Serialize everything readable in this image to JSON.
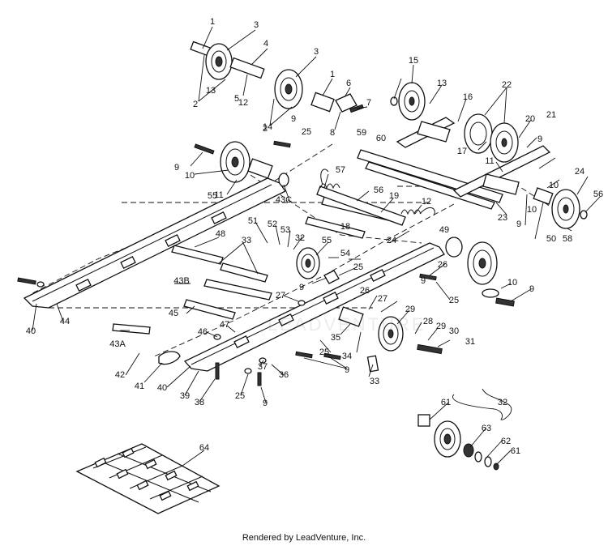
{
  "diagram": {
    "callouts": [
      {
        "text": "1"
      },
      {
        "text": "3"
      },
      {
        "text": "4"
      },
      {
        "text": "3"
      },
      {
        "text": "2"
      },
      {
        "text": "5"
      },
      {
        "text": "1"
      },
      {
        "text": "6"
      },
      {
        "text": "7"
      },
      {
        "text": "8"
      },
      {
        "text": "2"
      },
      {
        "text": "9"
      },
      {
        "text": "25"
      },
      {
        "text": "9"
      },
      {
        "text": "10"
      },
      {
        "text": "11"
      },
      {
        "text": "12"
      },
      {
        "text": "13"
      },
      {
        "text": "14"
      },
      {
        "text": "59"
      },
      {
        "text": "60"
      },
      {
        "text": "15"
      },
      {
        "text": "13"
      },
      {
        "text": "16"
      },
      {
        "text": "22"
      },
      {
        "text": "20"
      },
      {
        "text": "21"
      },
      {
        "text": "17"
      },
      {
        "text": "11"
      },
      {
        "text": "9"
      },
      {
        "text": "10"
      },
      {
        "text": "24"
      },
      {
        "text": "56"
      },
      {
        "text": "58"
      },
      {
        "text": "55"
      },
      {
        "text": "57"
      },
      {
        "text": "56"
      },
      {
        "text": "43C"
      },
      {
        "text": "19"
      },
      {
        "text": "18"
      },
      {
        "text": "12"
      },
      {
        "text": "23"
      },
      {
        "text": "10"
      },
      {
        "text": "9"
      },
      {
        "text": "50"
      },
      {
        "text": "51"
      },
      {
        "text": "52"
      },
      {
        "text": "53"
      },
      {
        "text": "32"
      },
      {
        "text": "55"
      },
      {
        "text": "24"
      },
      {
        "text": "49"
      },
      {
        "text": "48"
      },
      {
        "text": "33"
      },
      {
        "text": "54"
      },
      {
        "text": "25"
      },
      {
        "text": "26"
      },
      {
        "text": "9"
      },
      {
        "text": "25"
      },
      {
        "text": "43B"
      },
      {
        "text": "10"
      },
      {
        "text": "9"
      },
      {
        "text": "9"
      },
      {
        "text": "27"
      },
      {
        "text": "26"
      },
      {
        "text": "27"
      },
      {
        "text": "40"
      },
      {
        "text": "44"
      },
      {
        "text": "45"
      },
      {
        "text": "29"
      },
      {
        "text": "43A"
      },
      {
        "text": "46"
      },
      {
        "text": "47"
      },
      {
        "text": "35"
      },
      {
        "text": "28"
      },
      {
        "text": "29"
      },
      {
        "text": "30"
      },
      {
        "text": "31"
      },
      {
        "text": "25"
      },
      {
        "text": "34"
      },
      {
        "text": "42"
      },
      {
        "text": "41"
      },
      {
        "text": "37"
      },
      {
        "text": "36"
      },
      {
        "text": "9"
      },
      {
        "text": "40"
      },
      {
        "text": "39"
      },
      {
        "text": "38"
      },
      {
        "text": "25"
      },
      {
        "text": "9"
      },
      {
        "text": "33"
      },
      {
        "text": "32"
      },
      {
        "text": "61"
      },
      {
        "text": "63"
      },
      {
        "text": "62"
      },
      {
        "text": "61"
      },
      {
        "text": "64"
      }
    ]
  },
  "watermark": "LEADVENTURE",
  "footer": {
    "credit": "Rendered by LeadVenture, Inc."
  }
}
